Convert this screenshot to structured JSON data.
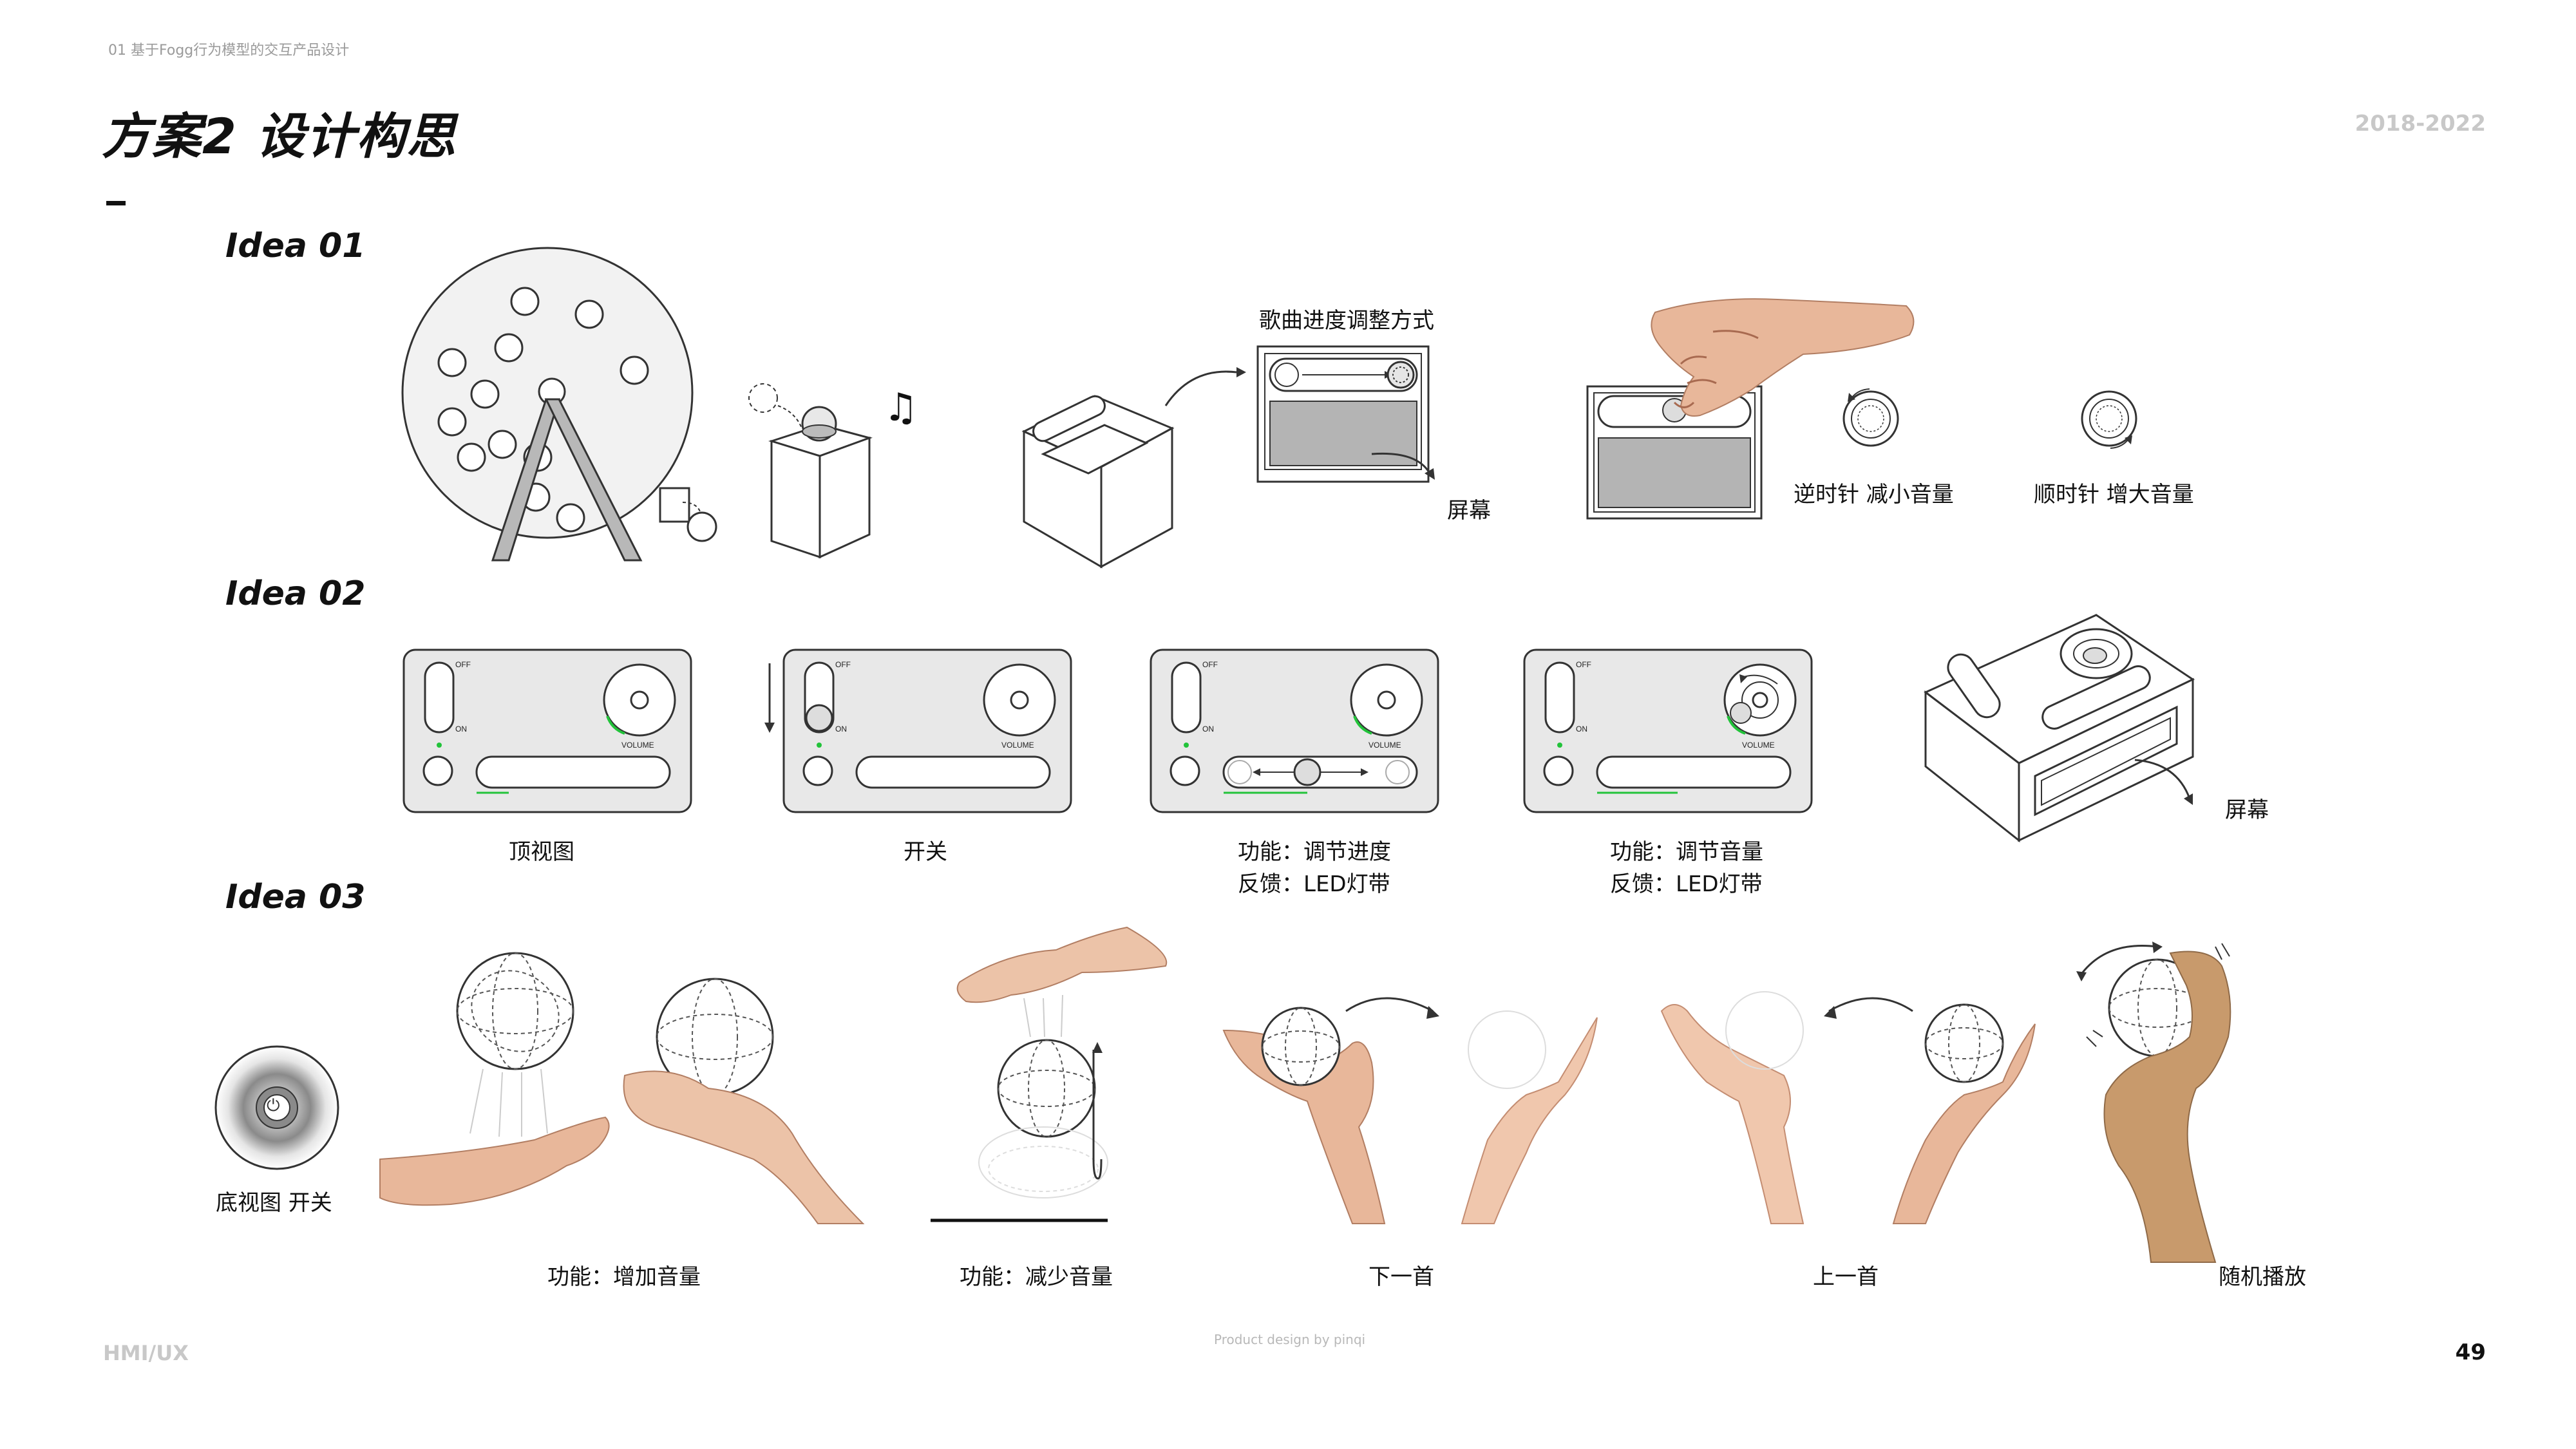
{
  "header": {
    "section_label": "01 基于Fogg行为模型的交互产品设计",
    "title": "方案2 设计构思",
    "years": "2018-2022"
  },
  "ideas": [
    {
      "heading": "Idea 01",
      "labels": {
        "progress_method": "歌曲进度调整方式",
        "screen": "屏幕",
        "counterclockwise": "逆时针 减小音量",
        "clockwise": "顺时针 增大音量"
      }
    },
    {
      "heading": "Idea 02",
      "panel_text": {
        "off": "OFF",
        "on": "ON",
        "volume": "VOLUME"
      },
      "captions": {
        "top_view": "顶视图",
        "switch": "开关",
        "progress_function": "功能：调节进度",
        "progress_feedback": "反馈：LED灯带",
        "volume_function": "功能：调节音量",
        "volume_feedback": "反馈：LED灯带",
        "screen": "屏幕"
      }
    },
    {
      "heading": "Idea 03",
      "captions": {
        "bottom_switch": "底视图  开关",
        "increase_volume": "功能：增加音量",
        "decrease_volume": "功能：减少音量",
        "next_track": "下一首",
        "previous_track": "上一首",
        "shuffle": "随机播放"
      }
    }
  ],
  "footer": {
    "left": "HMI/UX",
    "center": "Product design  by pinqi",
    "page": "49"
  },
  "colors": {
    "accent_green": "#22c33a",
    "panel_fill": "#e8e8e8",
    "screen_gray": "#b4b4b4",
    "skin": "#e8b79a"
  },
  "icons": [
    "music-note-icon",
    "power-icon",
    "arrow-icon",
    "rotate-arrow-icon"
  ]
}
